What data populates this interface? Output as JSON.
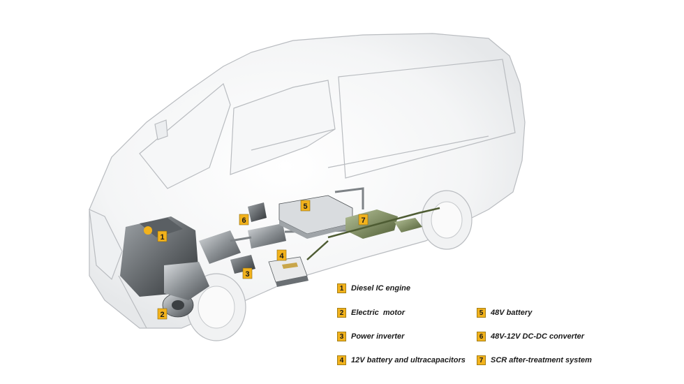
{
  "diagram": {
    "components": [
      {
        "number": "1",
        "label": "Diesel IC engine"
      },
      {
        "number": "2",
        "label": "Electric  motor"
      },
      {
        "number": "3",
        "label": "Power inverter"
      },
      {
        "number": "4",
        "label": "12V battery and ultracapacitors"
      },
      {
        "number": "5",
        "label": "48V battery"
      },
      {
        "number": "6",
        "label": "48V-12V DC-DC converter"
      },
      {
        "number": "7",
        "label": "SCR after-treatment system"
      }
    ],
    "colors": {
      "badge": "#f2b21c",
      "van_outline": "#b9bcc0",
      "text": "#1a1a1a"
    }
  }
}
